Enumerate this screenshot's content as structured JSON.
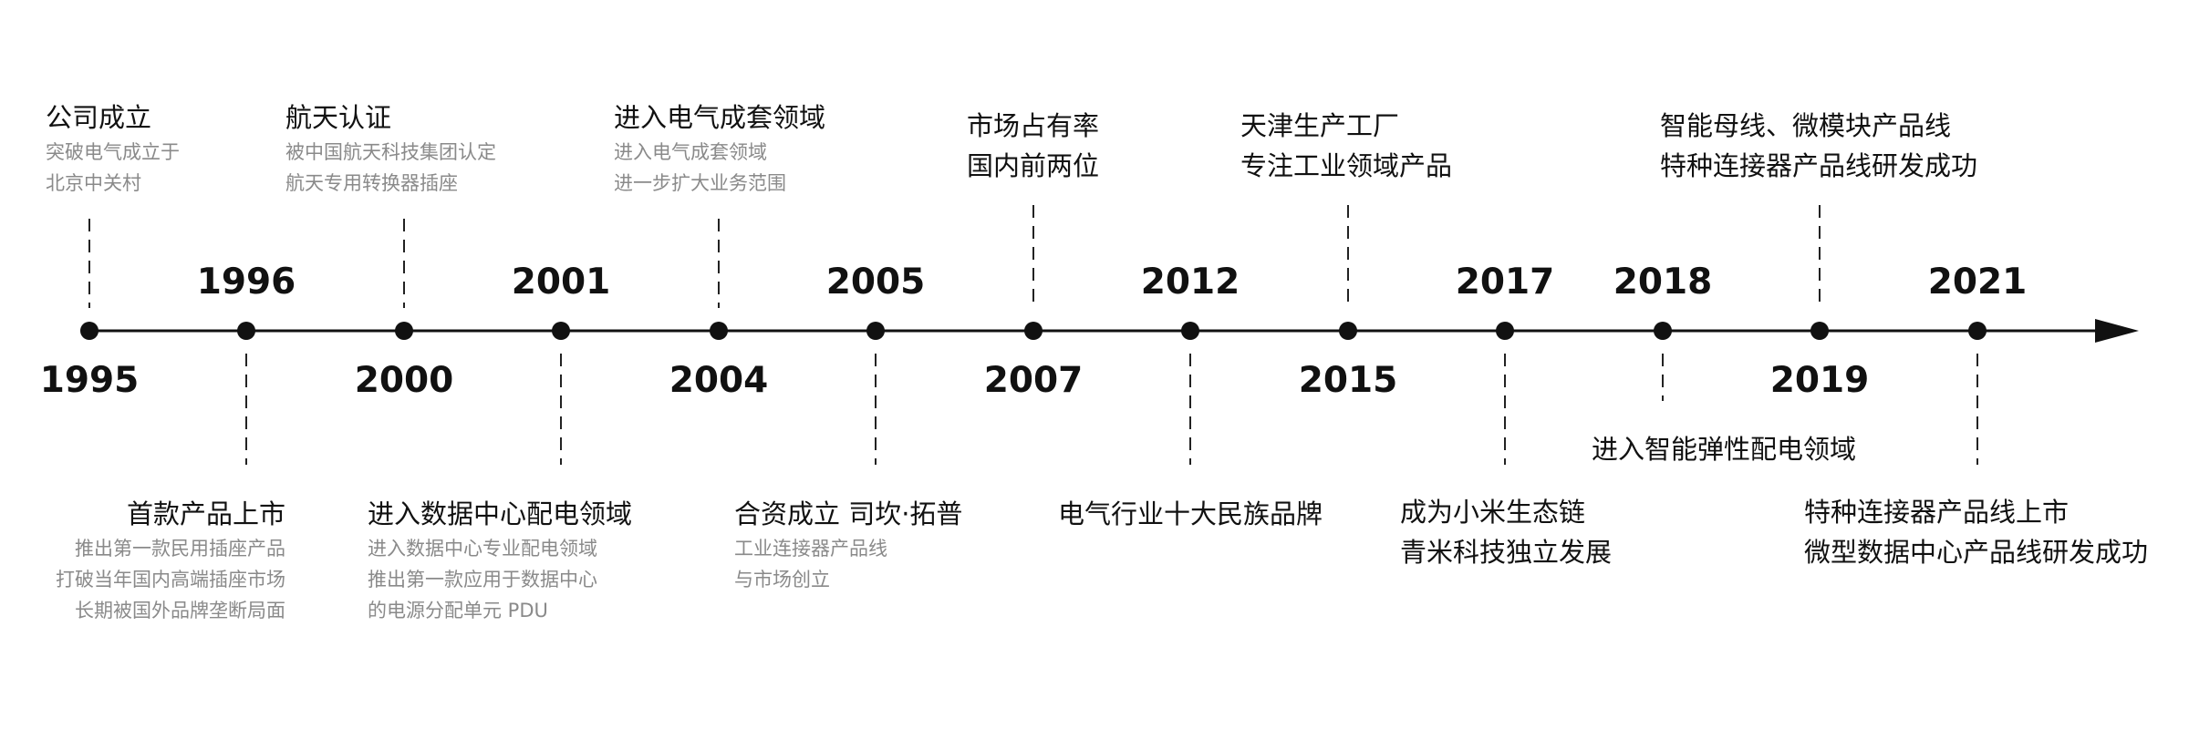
{
  "colors": {
    "line": "#111111",
    "title_text": "#111111",
    "desc_text": "#8a8a8a",
    "background": "#ffffff"
  },
  "years": [
    "1995",
    "1996",
    "2000",
    "2001",
    "2004",
    "2005",
    "2007",
    "2012",
    "2015",
    "2017",
    "2018",
    "2019",
    "2021"
  ],
  "events": [
    {
      "title": "公司成立",
      "desc": [
        "突破电气成立于",
        "北京中关村"
      ]
    },
    {
      "title": "航天认证",
      "desc": [
        "被中国航天科技集团认定",
        "航天专用转换器插座"
      ]
    },
    {
      "title": "进入电气成套领域",
      "desc": [
        "进入电气成套领域",
        "进一步扩大业务范围"
      ]
    },
    {
      "title_lines": [
        "市场占有率",
        "国内前两位"
      ]
    },
    {
      "title_lines": [
        "天津生产工厂",
        "专注工业领域产品"
      ]
    },
    {
      "title_lines": [
        "智能母线、微模块产品线",
        "特种连接器产品线研发成功"
      ]
    },
    {
      "title": "首款产品上市",
      "desc": [
        "推出第一款民用插座产品",
        "打破当年国内高端插座市场",
        "长期被国外品牌垄断局面"
      ]
    },
    {
      "title": "进入数据中心配电领域",
      "desc": [
        "进入数据中心专业配电领域",
        "推出第一款应用于数据中心",
        "的电源分配单元 PDU"
      ]
    },
    {
      "title": "合资成立 司坎·拓普",
      "desc": [
        "工业连接器产品线",
        "与市场创立"
      ]
    },
    {
      "title": "电气行业十大民族品牌"
    },
    {
      "title_lines": [
        "成为小米生态链",
        "青米科技独立发展"
      ]
    },
    {
      "title": "进入智能弹性配电领域"
    },
    {
      "title_lines": [
        "特种连接器产品线上市",
        "微型数据中心产品线研发成功"
      ]
    }
  ]
}
